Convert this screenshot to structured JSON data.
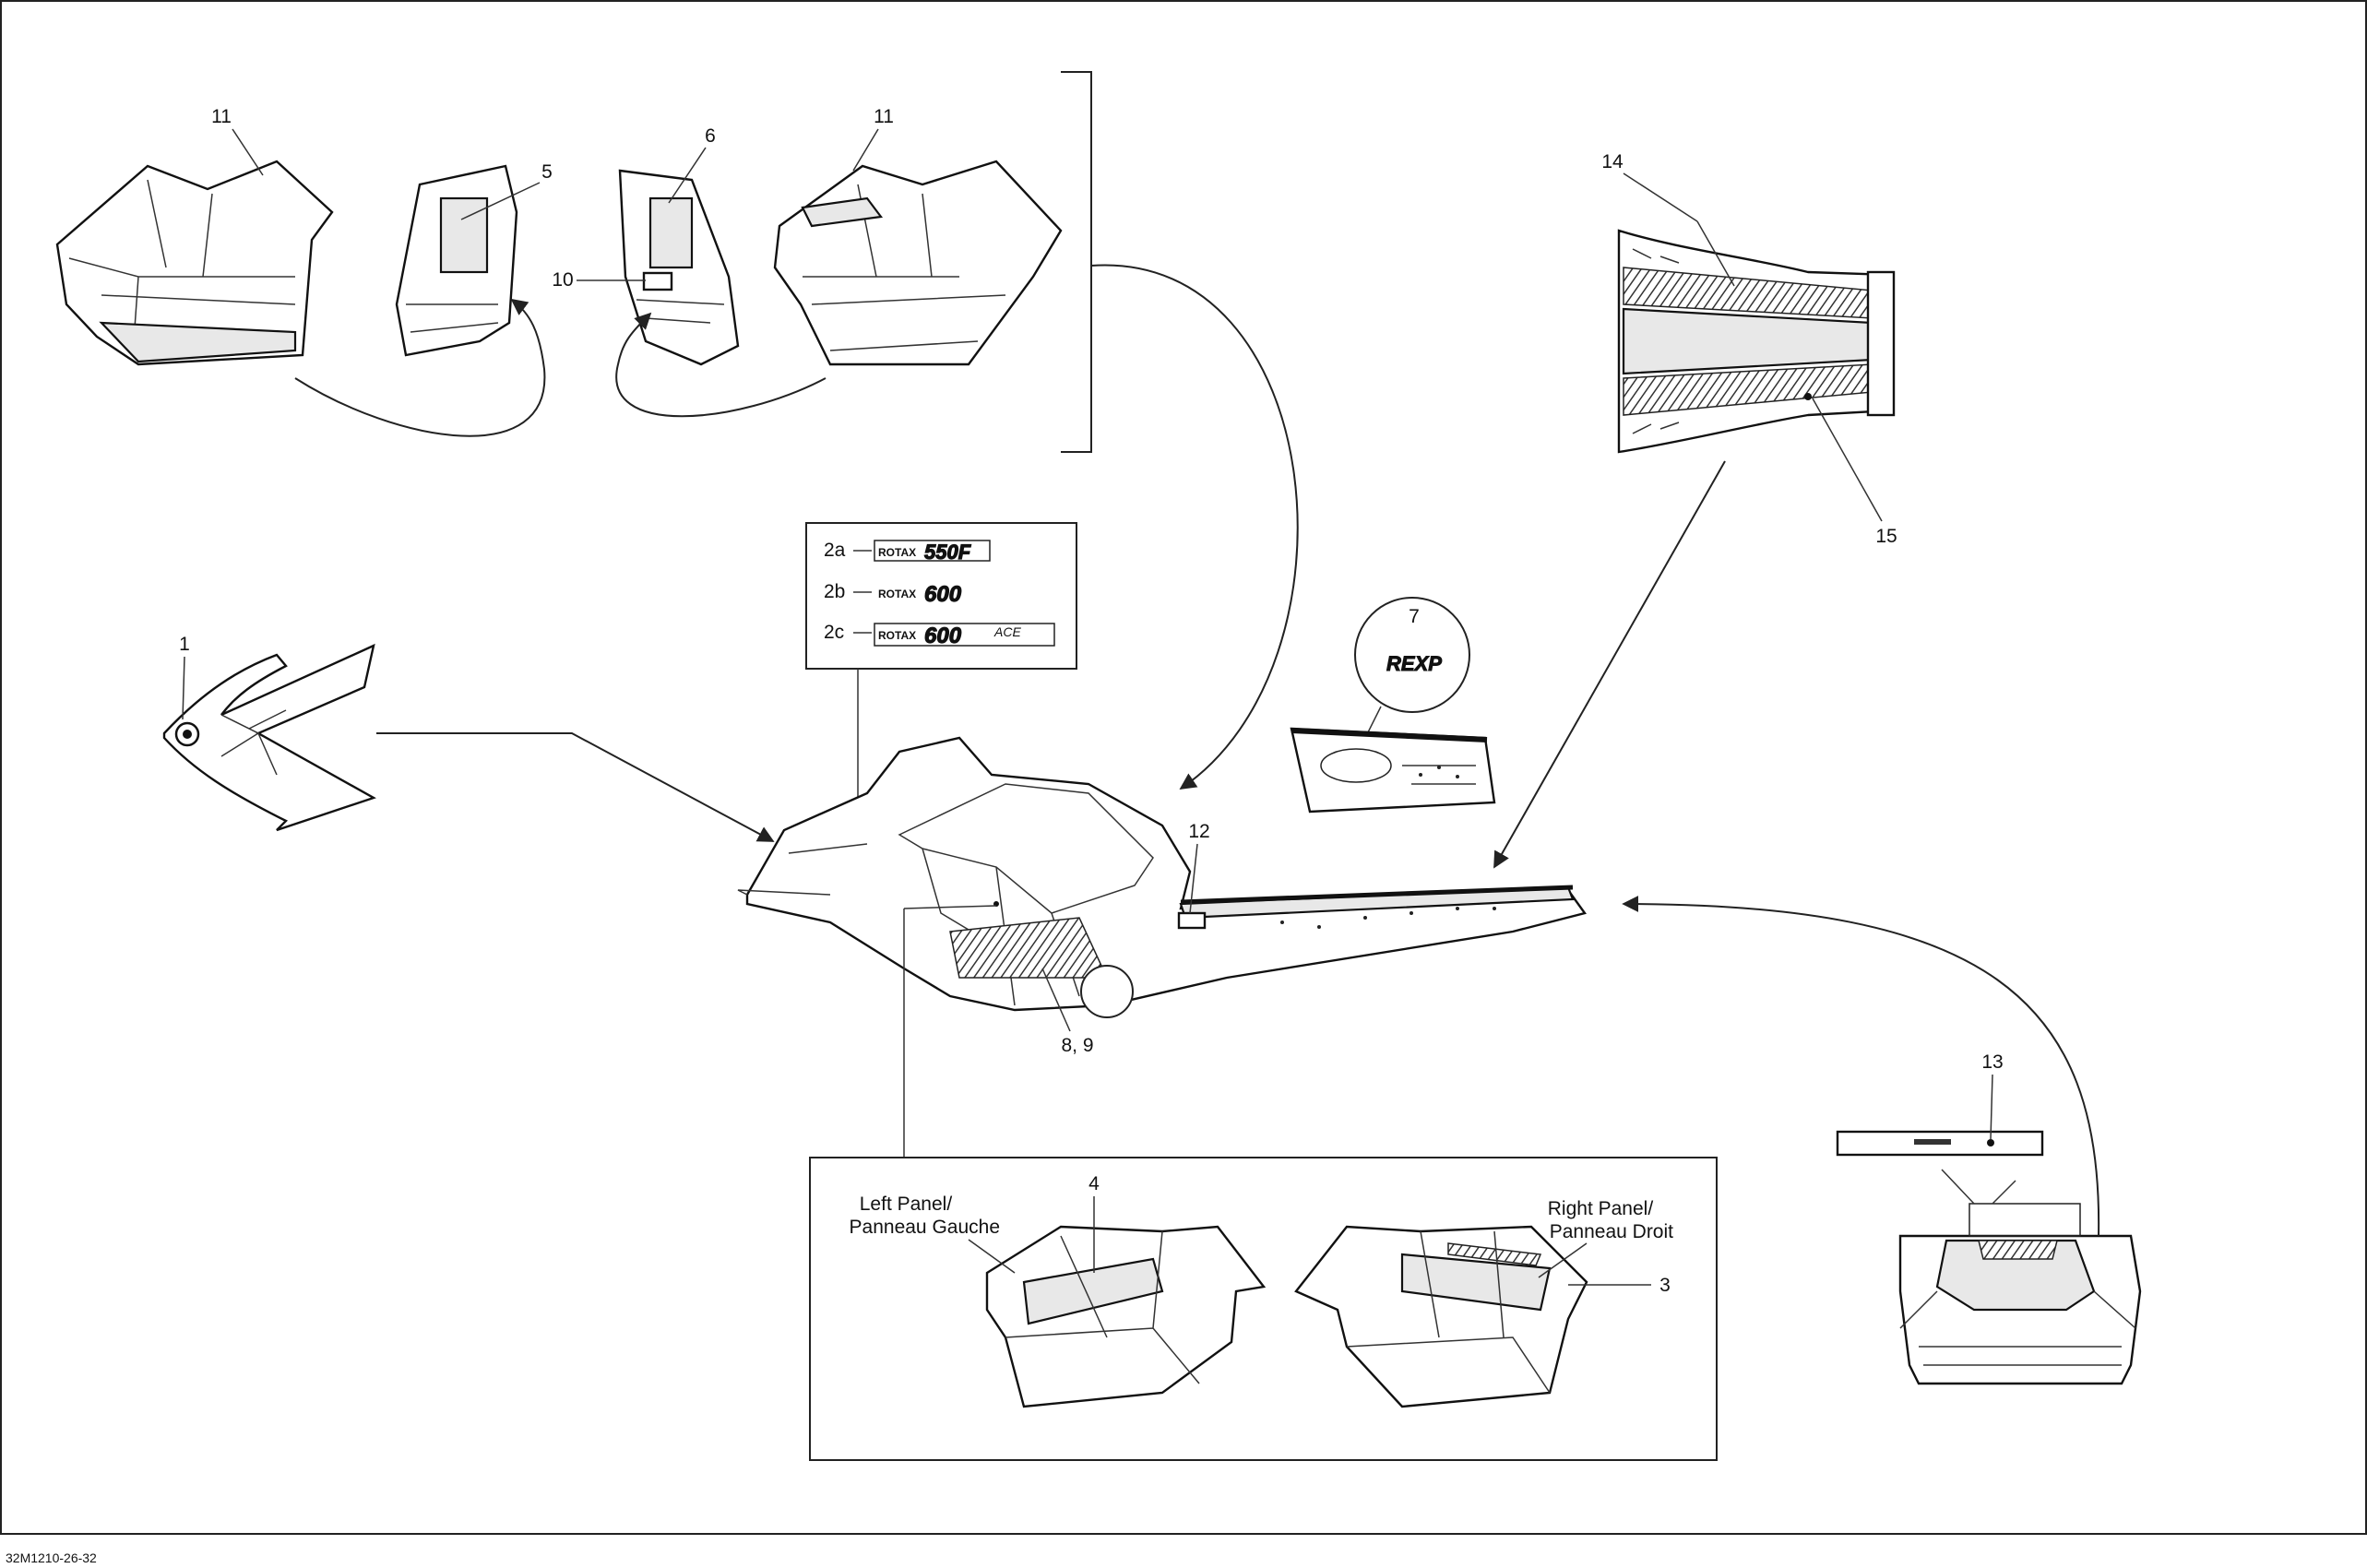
{
  "diagram": {
    "footer_code": "32M1210-26-32",
    "callouts": {
      "c1": "1",
      "c3": "3",
      "c4": "4",
      "c5": "5",
      "c6": "6",
      "c7": "7",
      "c89": "8, 9",
      "c10": "10",
      "c11a": "11",
      "c11b": "11",
      "c12": "12",
      "c13": "13",
      "c14": "14",
      "c15": "15"
    },
    "engine_decals": [
      {
        "ref": "2a",
        "brand": "ROTAX",
        "model": "550F"
      },
      {
        "ref": "2b",
        "brand": "ROTAX",
        "model": "600"
      },
      {
        "ref": "2c",
        "brand": "ROTAX",
        "model": "600",
        "suffix": "ACE"
      }
    ],
    "decal_7_text": "REXP",
    "panel_left_label": [
      "Left Panel/",
      "Panneau Gauche"
    ],
    "panel_right_label": [
      "Right Panel/",
      "Panneau Droit"
    ]
  }
}
